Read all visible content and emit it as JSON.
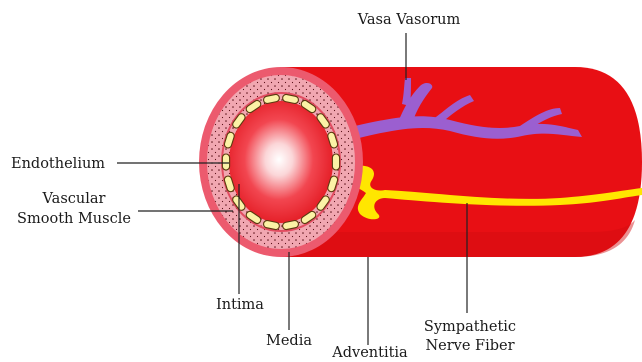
{
  "labels": {
    "vasa_vasorum": "Vasa Vasorum",
    "endothelium": "Endothelium",
    "vsm_line1": "Vascular",
    "vsm_line2": "Smooth Muscle",
    "intima": "Intima",
    "media": "Media",
    "adventitia": "Adventitia",
    "nerve_line1": "Sympathetic",
    "nerve_line2": "Nerve Fiber"
  },
  "colors": {
    "vessel": "#e80f14",
    "adventitia_ring": "#ec5a6e",
    "media_ring": "#f1a7b1",
    "lumen": "#ee1a22",
    "endothelial_cell": "#fbf2a6",
    "vasa_vasorum": "#9b5fd0",
    "nerve": "#ffe600",
    "leader_line": "#222222"
  }
}
